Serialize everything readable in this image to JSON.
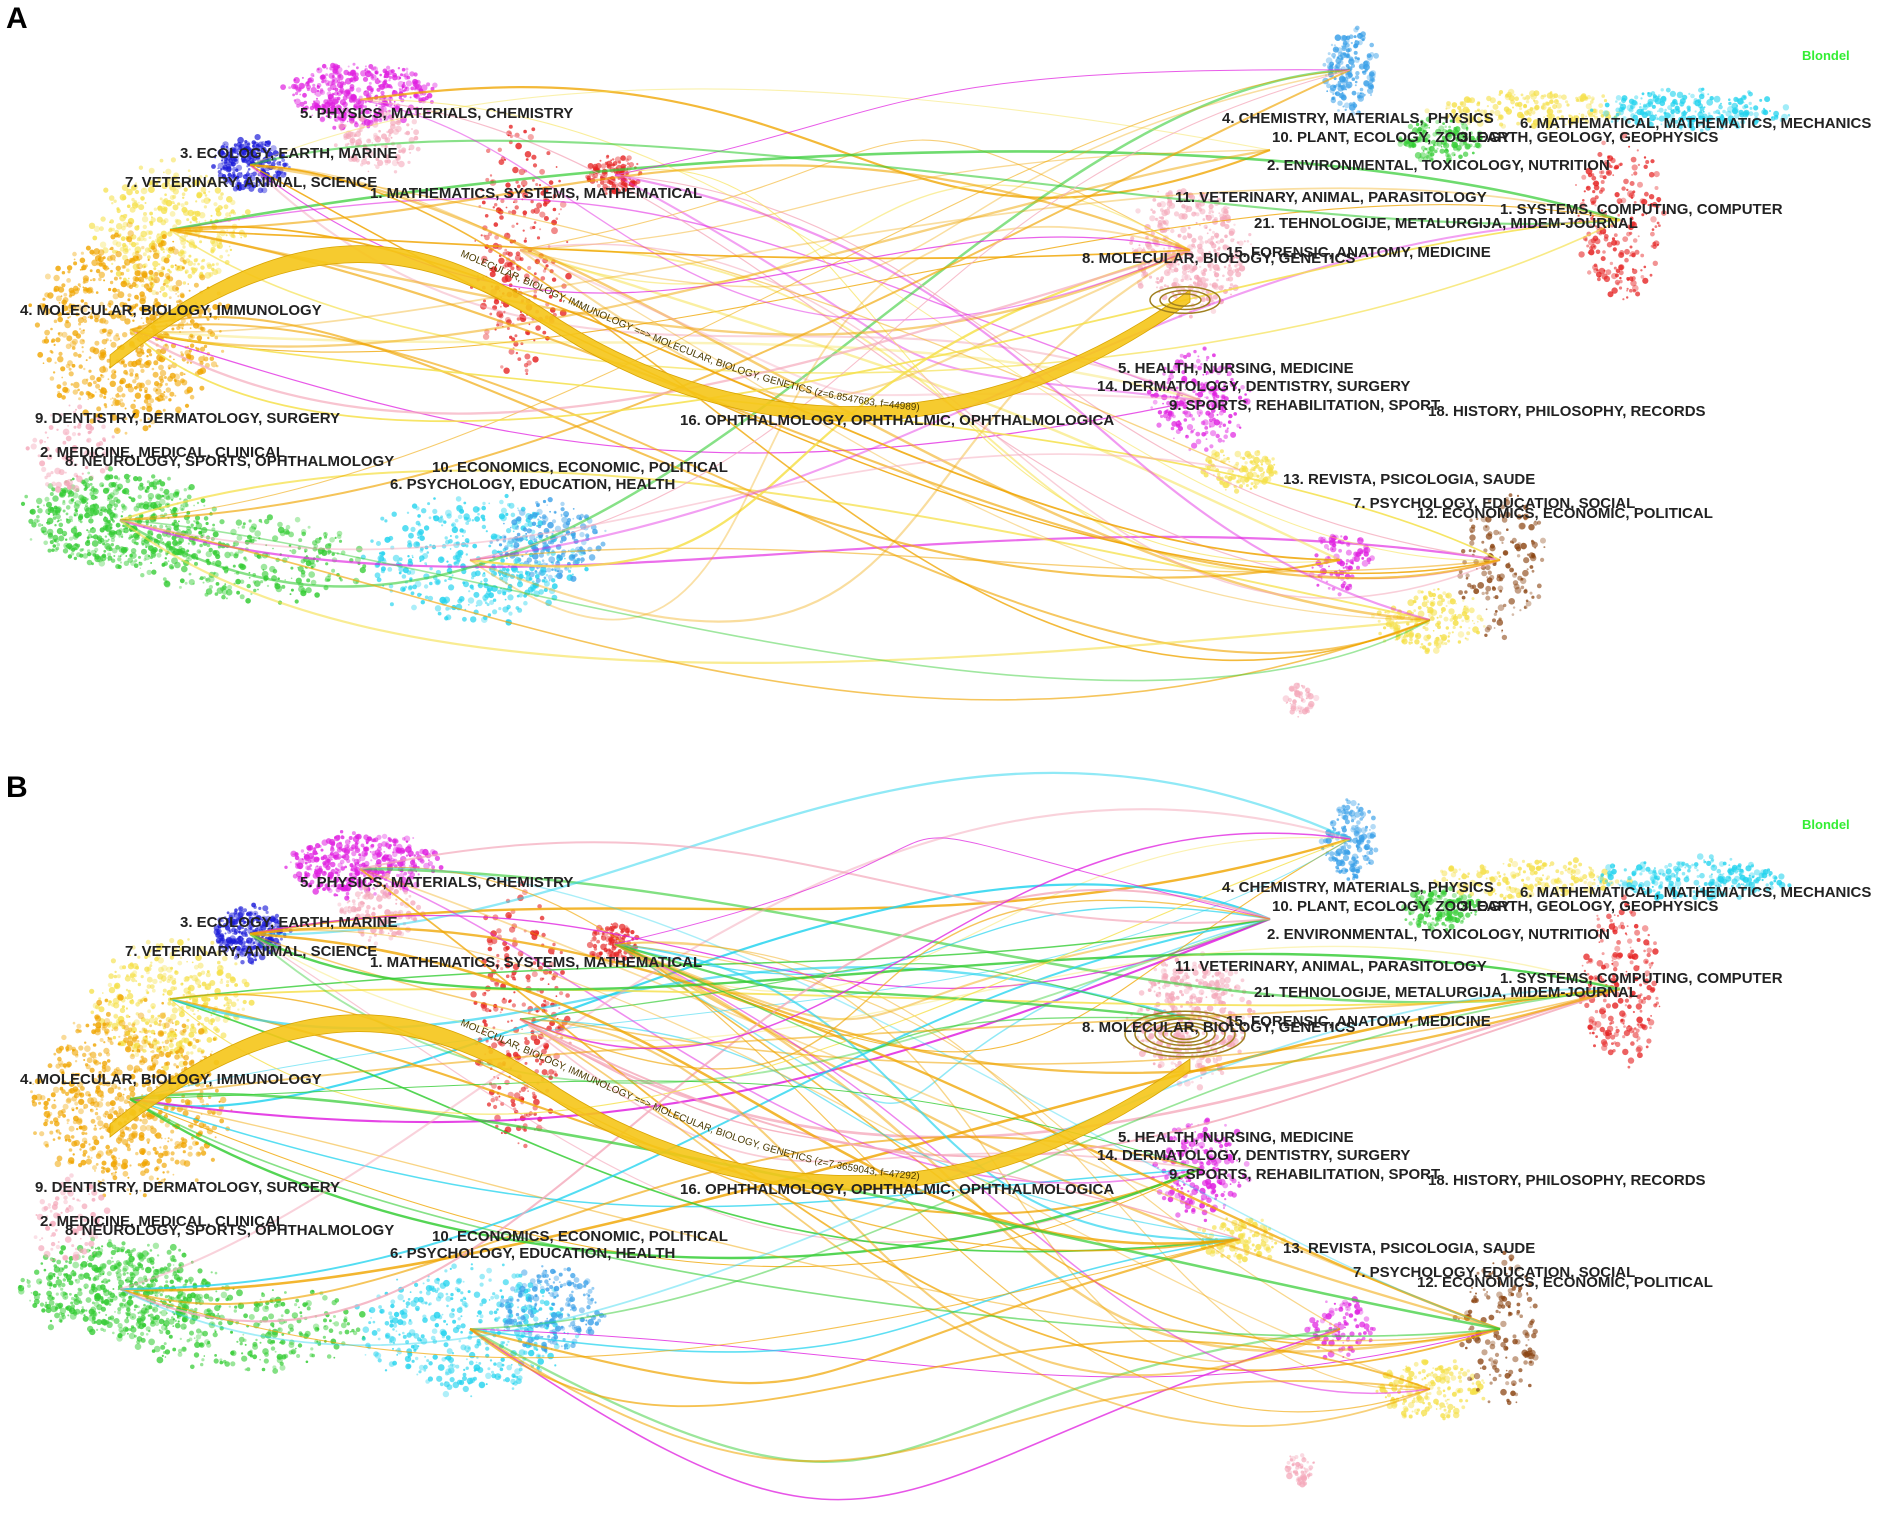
{
  "algorithm": "Blondel",
  "panels": [
    {
      "letter": "A",
      "main_flow": "MOLECULAR, BIOLOGY, IMMUNOLOGY ==> MOLECULAR, BIOLOGY, GENETICS (z=6.8547683, f=44989)",
      "variant": "a"
    },
    {
      "letter": "B",
      "main_flow": "MOLECULAR, BIOLOGY, IMMUNOLOGY ==> MOLECULAR, BIOLOGY, GENETICS (z=7.3659043, f=47292)",
      "variant": "b"
    }
  ],
  "citing_clusters": [
    "5. PHYSICS, MATERIALS, CHEMISTRY",
    "3. ECOLOGY, EARTH, MARINE",
    "7. VETERINARY, ANIMAL, SCIENCE",
    "1. MATHEMATICS, SYSTEMS, MATHEMATICAL",
    "4. MOLECULAR, BIOLOGY, IMMUNOLOGY",
    "9. DENTISTRY, DERMATOLOGY, SURGERY",
    "2. MEDICINE, MEDICAL, CLINICAL",
    "8. NEUROLOGY, SPORTS, OPHTHALMOLOGY",
    "10. ECONOMICS, ECONOMIC, POLITICAL",
    "6. PSYCHOLOGY, EDUCATION, HEALTH"
  ],
  "cited_clusters": [
    "4. CHEMISTRY, MATERIALS, PHYSICS",
    "6. MATHEMATICAL, MATHEMATICS, MECHANICS",
    "10. PLANT, ECOLOGY, ZOOLOGY",
    "3. EARTH, GEOLOGY, GEOPHYSICS",
    "2. ENVIRONMENTAL, TOXICOLOGY, NUTRITION",
    "11. VETERINARY, ANIMAL, PARASITOLOGY",
    "1. SYSTEMS, COMPUTING, COMPUTER",
    "21. TEHNOLOGIJE, METALURGIJA, MIDEM-JOURNAL",
    "8. MOLECULAR, BIOLOGY, GENETICS",
    "15. FORENSIC, ANATOMY, MEDICINE",
    "5. HEALTH, NURSING, MEDICINE",
    "14. DERMATOLOGY, DENTISTRY, SURGERY",
    "9. SPORTS, REHABILITATION, SPORT",
    "16. OPHTHALMOLOGY, OPHTHALMIC, OPHTHALMOLOGICA",
    "18. HISTORY, PHILOSOPHY, RECORDS",
    "13. REVISTA, PSICOLOGIA, SAUDE",
    "7. PSYCHOLOGY, EDUCATION, SOCIAL",
    "12. ECONOMICS, ECONOMIC, POLITICAL"
  ],
  "colors": {
    "main_flow": "#f5c518",
    "magenta": "#e020e0",
    "orange": "#f0a500",
    "yellow": "#f5e04a",
    "green": "#33cc33",
    "pink": "#f4a7b9",
    "cyan": "#22d3ee",
    "blue": "#1a1ad8",
    "red": "#e52222",
    "brown": "#8b4513",
    "skyblue": "#3aa0e8"
  }
}
